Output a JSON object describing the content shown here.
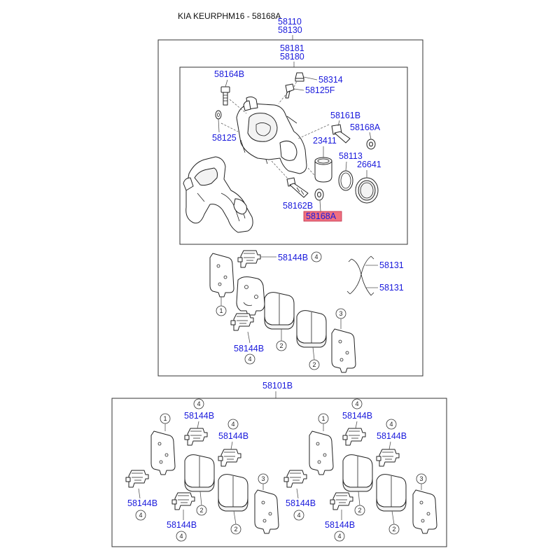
{
  "header": {
    "title": "KIA KEURPHM16 - 58168A"
  },
  "labels": {
    "assembly_top_a": "58110",
    "assembly_top_b": "58130",
    "caliper_a": "58181",
    "caliper_b": "58180",
    "bolt_guide_upper": "58164B",
    "bleeder_cap": "58314",
    "bleeder_screw": "58125F",
    "washer_bleeder": "58125",
    "bolt_upper": "58161B",
    "boot_upper": "58168A",
    "piston": "23411",
    "piston_seal": "58113",
    "piston_boot": "26641",
    "bolt_lower": "58162B",
    "boot_lower_highlighted": "58168A",
    "shim_upper": "58144B",
    "spring_a": "58131",
    "spring_b": "58131",
    "shim_lower": "58144B",
    "pad_kit": "58101B",
    "kit_left_shim_top": "58144B",
    "kit_left_shim_mid": "58144B",
    "kit_left_shim_left": "58144B",
    "kit_left_shim_bottom": "58144B",
    "kit_right_shim_top": "58144B",
    "kit_right_shim_mid": "58144B",
    "kit_right_shim_left": "58144B",
    "kit_right_shim_bottom": "58144B"
  },
  "callouts": {
    "n1": "1",
    "n2": "2",
    "n3": "3",
    "n4": "4"
  },
  "highlight_color": "#f07080"
}
